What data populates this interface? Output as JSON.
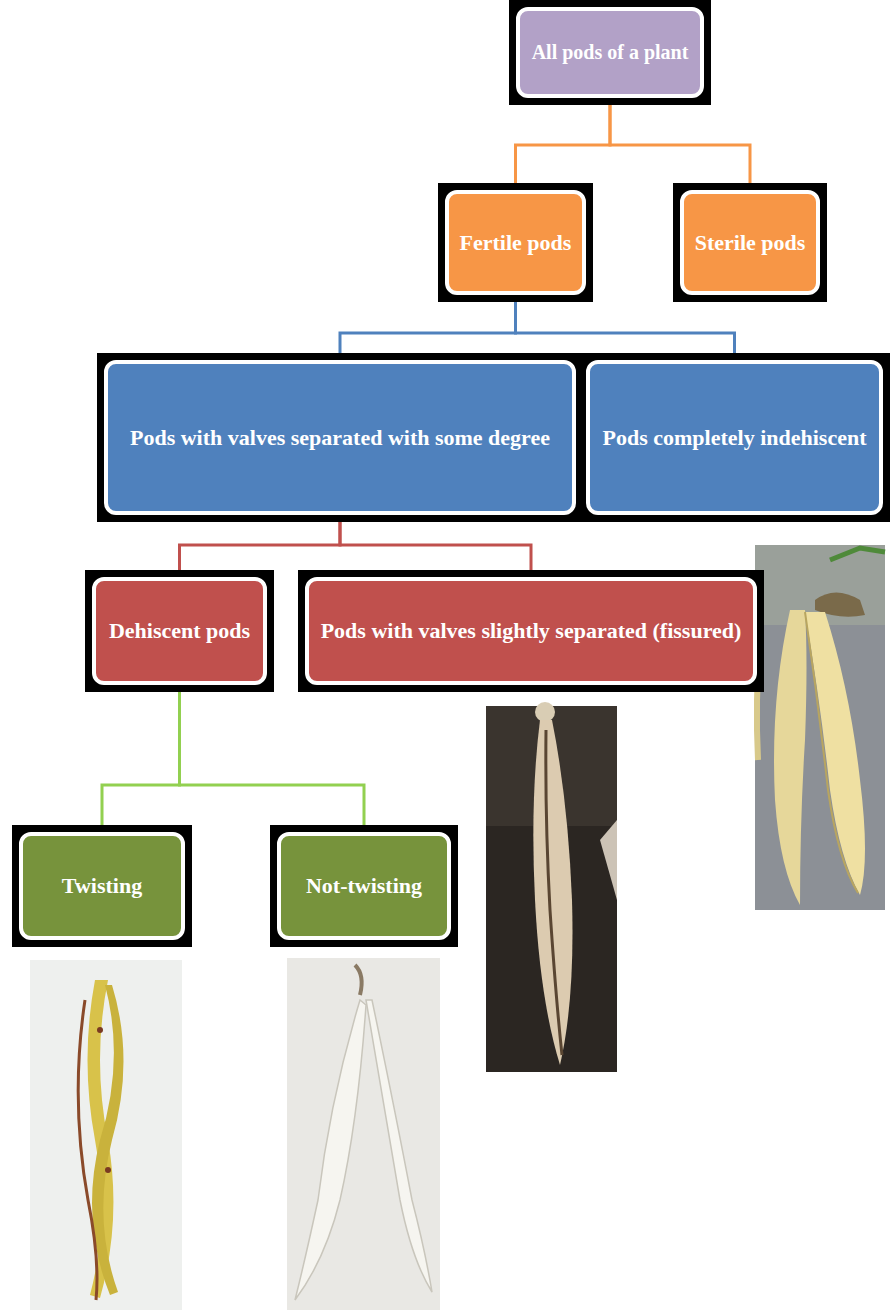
{
  "diagram": {
    "nodes": [
      {
        "text": [
          "All pods of a plant"
        ]
      },
      {
        "text": [
          "Fertile pods"
        ]
      },
      {
        "text": [
          "Sterile pods"
        ]
      },
      {
        "text": [
          "Pods with valves separated with some degree"
        ]
      },
      {
        "text": [
          "Pods completely indehiscent"
        ]
      },
      {
        "text": [
          "Dehiscent pods"
        ]
      },
      {
        "text": [
          "Pods with valves slightly separated (fissured)"
        ]
      },
      {
        "text": [
          "Twisting"
        ]
      },
      {
        "text": [
          "Not-twisting"
        ]
      }
    ],
    "edges": [
      {
        "from": 0,
        "to": 1,
        "arrow": "none"
      },
      {
        "from": 0,
        "to": 2,
        "arrow": "none"
      },
      {
        "from": 1,
        "to": 3,
        "arrow": "none"
      },
      {
        "from": 1,
        "to": 4,
        "arrow": "none"
      },
      {
        "from": 3,
        "to": 5,
        "arrow": "none"
      },
      {
        "from": 3,
        "to": 6,
        "arrow": "none"
      },
      {
        "from": 5,
        "to": 7,
        "arrow": "none"
      },
      {
        "from": 5,
        "to": 8,
        "arrow": "none"
      }
    ]
  }
}
